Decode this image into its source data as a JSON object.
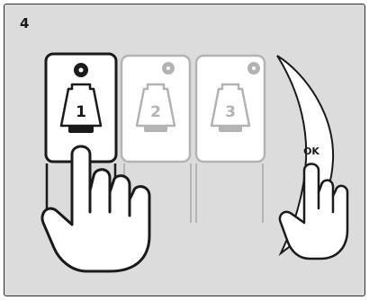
{
  "step": {
    "number": "4"
  },
  "buttons": [
    {
      "label": "1",
      "state": "selected"
    },
    {
      "label": "2",
      "state": "inactive"
    },
    {
      "label": "3",
      "state": "inactive"
    }
  ],
  "dial": {
    "label": "OK"
  },
  "colors": {
    "background": "#dcdcdd",
    "active": "#1a1a1a",
    "inactive": "#b3b3b3",
    "card_fill": "#ffffff",
    "ok_arc_fill": "#ffffff"
  },
  "icons": {
    "selected_button_icon": "cup-icon",
    "hand": "pressing-hand-icon"
  }
}
